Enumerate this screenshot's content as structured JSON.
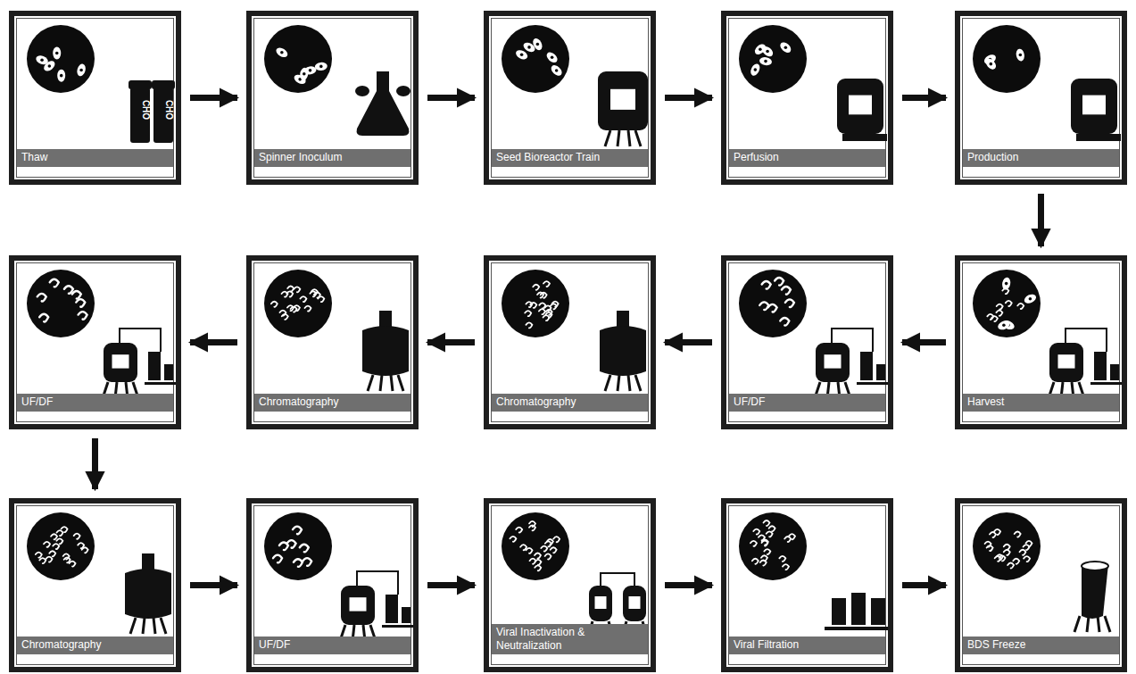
{
  "diagram": {
    "nodes": [
      {
        "text": [
          "Thaw"
        ]
      },
      {
        "text": [
          "Spinner Inoculum"
        ]
      },
      {
        "text": [
          "Seed Bioreactor Train"
        ]
      },
      {
        "text": [
          "Perfusion"
        ]
      },
      {
        "text": [
          "Production"
        ]
      },
      {
        "text": [
          "Harvest"
        ]
      },
      {
        "text": [
          "UF/DF"
        ]
      },
      {
        "text": [
          "Chromatography"
        ]
      },
      {
        "text": [
          "Chromatography"
        ]
      },
      {
        "text": [
          "UF/DF"
        ]
      },
      {
        "text": [
          "Chromatography"
        ]
      },
      {
        "text": [
          "UF/DF"
        ]
      },
      {
        "text": [
          "Viral Inactivation & Neutralization"
        ]
      },
      {
        "text": [
          "Viral Filtration"
        ]
      },
      {
        "text": [
          "BDS Freeze"
        ]
      }
    ],
    "edges": [
      {
        "from": 0,
        "to": 1,
        "arrow": "to"
      },
      {
        "from": 1,
        "to": 2,
        "arrow": "to"
      },
      {
        "from": 2,
        "to": 3,
        "arrow": "to"
      },
      {
        "from": 3,
        "to": 4,
        "arrow": "to"
      },
      {
        "from": 4,
        "to": 5,
        "arrow": "to"
      },
      {
        "from": 5,
        "to": 6,
        "arrow": "to"
      },
      {
        "from": 6,
        "to": 7,
        "arrow": "to"
      },
      {
        "from": 7,
        "to": 8,
        "arrow": "to"
      },
      {
        "from": 8,
        "to": 9,
        "arrow": "to"
      },
      {
        "from": 9,
        "to": 10,
        "arrow": "to"
      },
      {
        "from": 10,
        "to": 11,
        "arrow": "to"
      },
      {
        "from": 11,
        "to": 12,
        "arrow": "to"
      },
      {
        "from": 12,
        "to": 13,
        "arrow": "to"
      },
      {
        "from": 13,
        "to": 14,
        "arrow": "to"
      }
    ],
    "labels": [
      "CHO",
      "CHO"
    ]
  }
}
